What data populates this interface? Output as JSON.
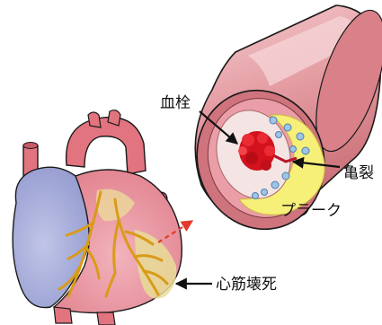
{
  "labels": {
    "thrombus": "血栓",
    "fissure": "亀裂",
    "plaque": "プラーク",
    "infarction": "心筋壊死"
  },
  "colors": {
    "artery_wall": "#d9868c",
    "artery_highlight": "#f1c4c4",
    "lumen": "#f7e6e6",
    "plaque": "#f7f07a",
    "thrombus": "#d3121d",
    "heart_red": "#e2747f",
    "heart_blue": "#a2a8d6",
    "coronary_vessel": "#d99b18",
    "infarct_zone": "#ece29a",
    "pointer_arrow": "#e23a2a"
  }
}
